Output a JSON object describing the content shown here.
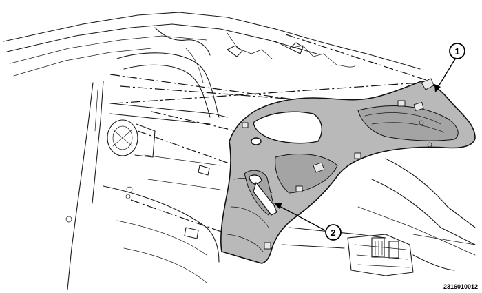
{
  "diagram": {
    "callouts": [
      {
        "label": "1"
      },
      {
        "label": "2"
      }
    ],
    "figure_id": "2316010012",
    "colors": {
      "trim_panel": "#b9b9b9",
      "line_art": "#1a1a1a",
      "background": "#ffffff"
    }
  }
}
